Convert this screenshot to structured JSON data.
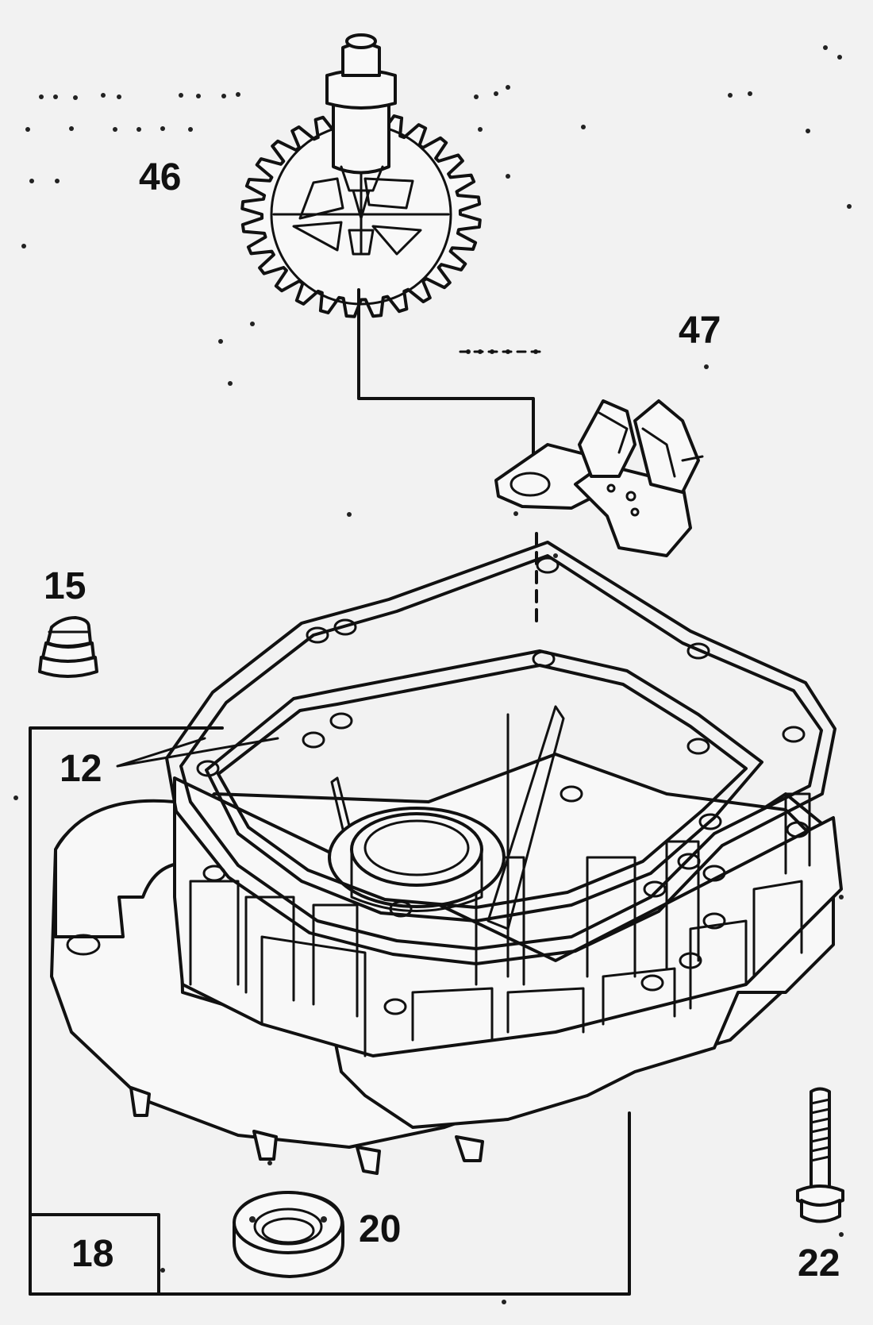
{
  "diagram": {
    "callouts": {
      "c46": "46",
      "c47": "47",
      "c15": "15",
      "c12": "12",
      "c18": "18",
      "c20": "20",
      "c22": "22"
    },
    "colors": {
      "background": "#f2f2f2",
      "ink": "#111111"
    },
    "parts": [
      "gear-with-shaft",
      "governor-bracket",
      "crankcase-cover",
      "gasket",
      "plug",
      "oil-seal",
      "bolt"
    ]
  }
}
